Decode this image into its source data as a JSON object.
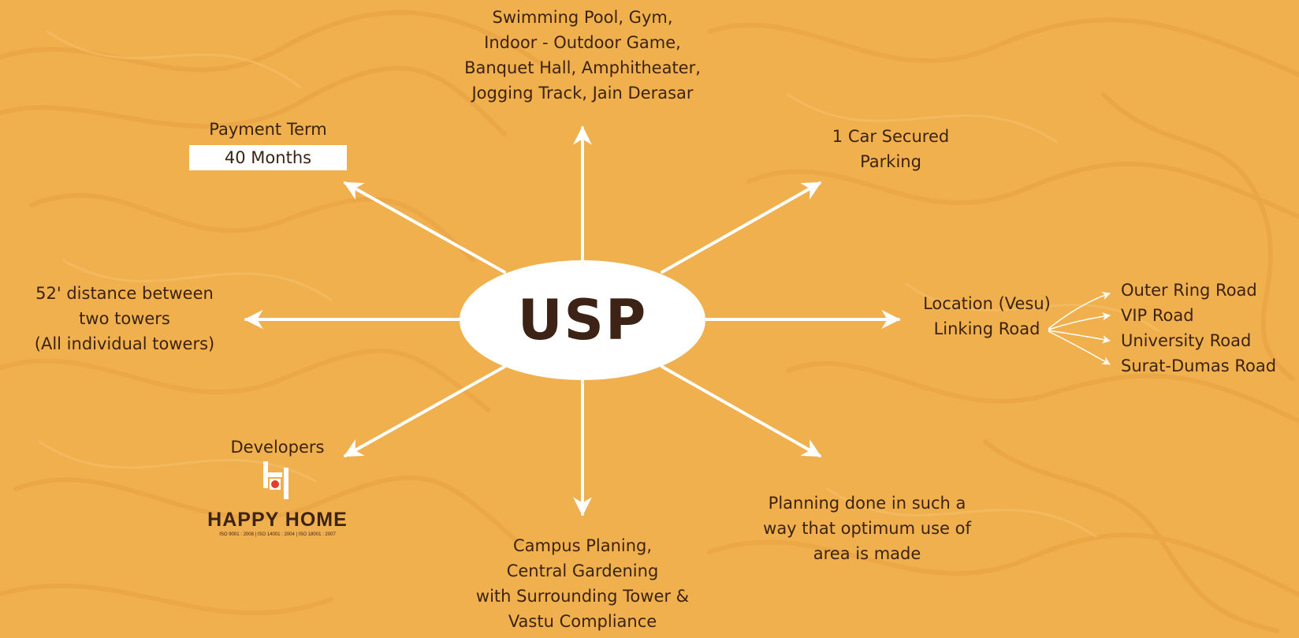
{
  "colors": {
    "background": "#f1b04e",
    "pattern": "#e9a444",
    "arrow": "#ffffff",
    "text": "#3b2314",
    "logo_dot": "#e53b2b"
  },
  "hub": {
    "label": "USP"
  },
  "top": {
    "lines": [
      "Swimming Pool, Gym,",
      "Indoor - Outdoor Game,",
      "Banquet Hall, Amphitheater,",
      "Jogging Track, Jain Derasar"
    ]
  },
  "top_left": {
    "title": "Payment Term",
    "value": "40 Months"
  },
  "top_right": {
    "lines": [
      "1 Car Secured",
      "Parking"
    ]
  },
  "left": {
    "lines": [
      "52' distance between",
      "two towers",
      "(All individual towers)"
    ]
  },
  "right": {
    "lines": [
      "Location (Vesu)",
      "Linking Road"
    ],
    "roads": [
      "Outer Ring Road",
      "VIP Road",
      "University Road",
      "Surat-Dumas Road"
    ]
  },
  "bottom_left": {
    "title": "Developers",
    "logo_name": "HAPPY HOME",
    "logo_iso": "ISO 9001 : 2008 | ISO 14001 : 2004 | ISO 18001 : 2007",
    "icon": "happy-home-logo-icon"
  },
  "bottom": {
    "lines": [
      "Campus Planing,",
      "Central Gardening",
      "with Surrounding Tower &",
      "Vastu Compliance"
    ]
  },
  "bottom_right": {
    "lines": [
      "Planning done in such a",
      "way that optimum use of",
      "area is made"
    ]
  }
}
